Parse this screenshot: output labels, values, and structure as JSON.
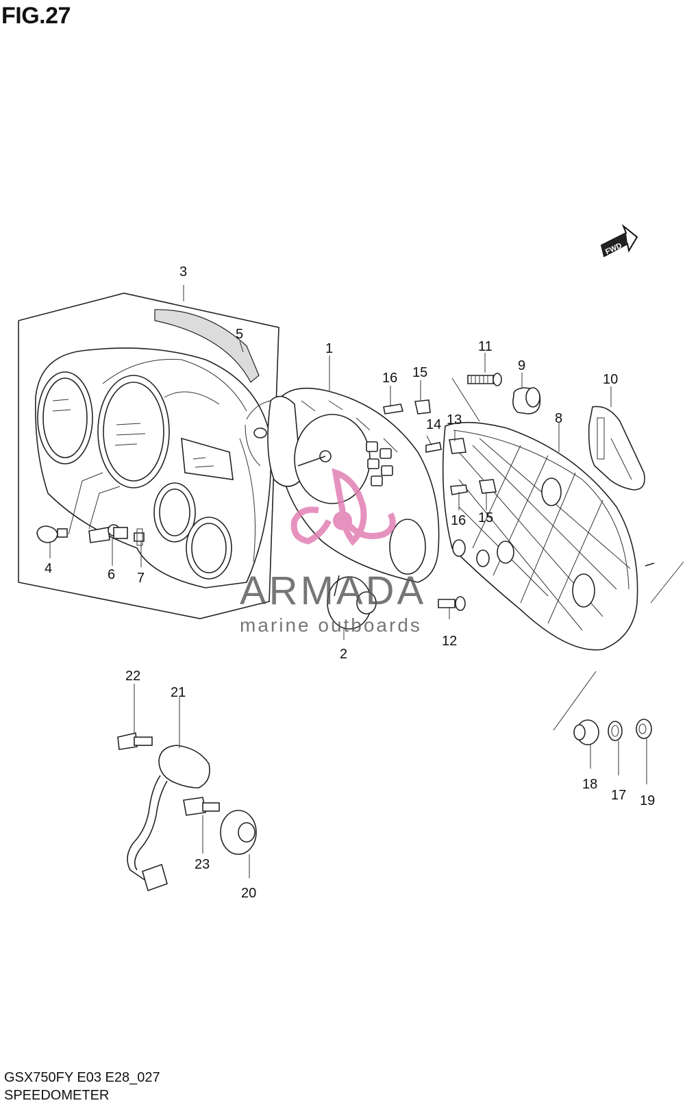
{
  "figure": {
    "title": "FIG.27"
  },
  "footer": {
    "code": "GSX750FY E03 E28_027",
    "name": "SPEEDOMETER"
  },
  "direction_marker": {
    "label": "FWD",
    "icon": "forward-arrow-icon"
  },
  "watermark": {
    "brand": "ARMADA",
    "tagline": "marine outboards",
    "color_logo": "#e27fb4",
    "color_text": "#555555"
  },
  "callouts": [
    "1",
    "2",
    "3",
    "4",
    "5",
    "6",
    "7",
    "8",
    "9",
    "10",
    "11",
    "12",
    "13",
    "14",
    "15",
    "15",
    "16",
    "16",
    "17",
    "18",
    "19",
    "20",
    "21",
    "22",
    "23"
  ]
}
